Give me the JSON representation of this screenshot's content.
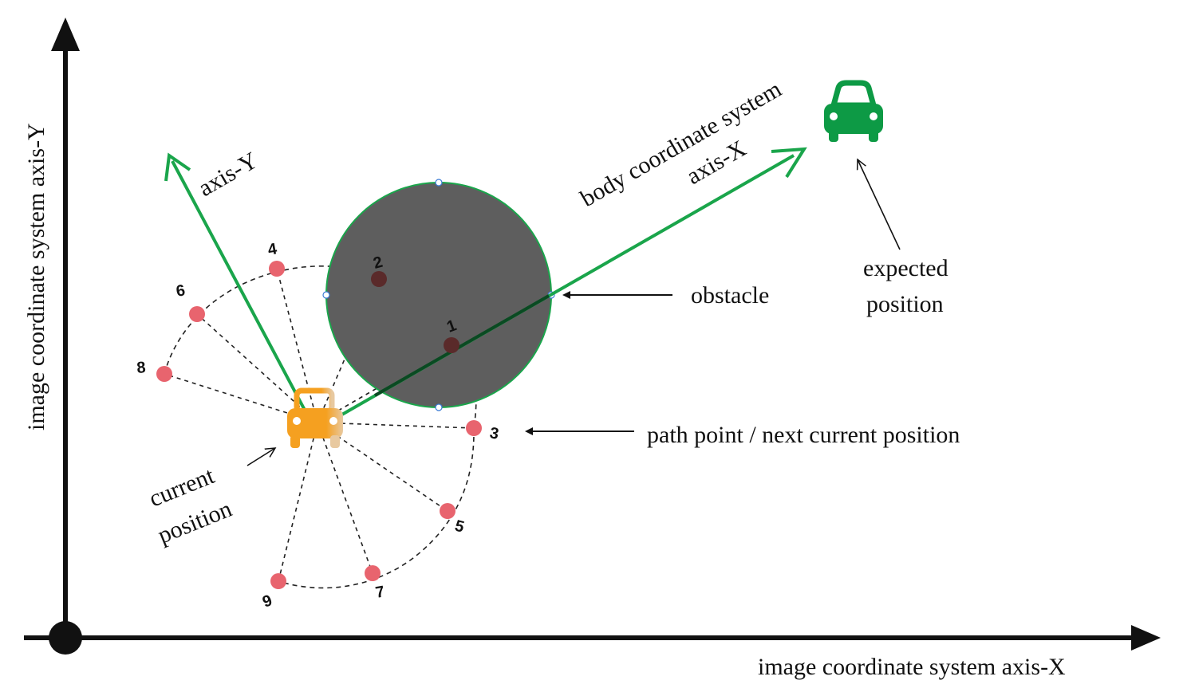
{
  "image_axes": {
    "x_label": "image coordinate system  axis-X",
    "y_label": "image coordinate system axis-Y"
  },
  "body_axes": {
    "title": "body coordinate system",
    "x_label": "axis-X",
    "y_label": "axis-Y"
  },
  "labels": {
    "obstacle": "obstacle",
    "expected_position_line1": "expected",
    "expected_position_line2": "position",
    "path_point": "path  point / next current  position",
    "current_position_line1": "current",
    "current_position_line2": "position"
  },
  "candidate_points": [
    {
      "id": "1",
      "blocked": true
    },
    {
      "id": "2",
      "blocked": true
    },
    {
      "id": "3",
      "blocked": false
    },
    {
      "id": "4",
      "blocked": false
    },
    {
      "id": "5",
      "blocked": false
    },
    {
      "id": "6",
      "blocked": false
    },
    {
      "id": "7",
      "blocked": false
    },
    {
      "id": "8",
      "blocked": false
    },
    {
      "id": "9",
      "blocked": false
    }
  ],
  "colors": {
    "axis": "#111111",
    "body_axis": "#1aa54b",
    "obstacle_fill": "#5e5e5e",
    "obstacle_border": "#1aa54b",
    "free_point": "#e8646e",
    "blocked_point": "#5a2a2a",
    "current_car": "#f5a020",
    "expected_car": "#0d9a45"
  },
  "icons": {
    "current_car": "car-icon",
    "expected_car": "car-icon"
  }
}
